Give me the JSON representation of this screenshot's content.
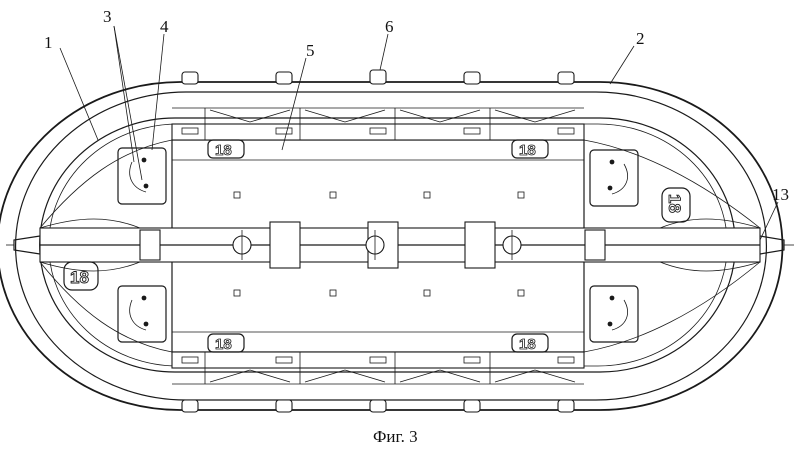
{
  "figure": {
    "caption": "Фиг. 3",
    "references": {
      "r1": "1",
      "r2": "2",
      "r3": "3",
      "r4": "4",
      "r5": "5",
      "r6": "6",
      "r13": "13"
    },
    "capacity_marking": "18"
  }
}
